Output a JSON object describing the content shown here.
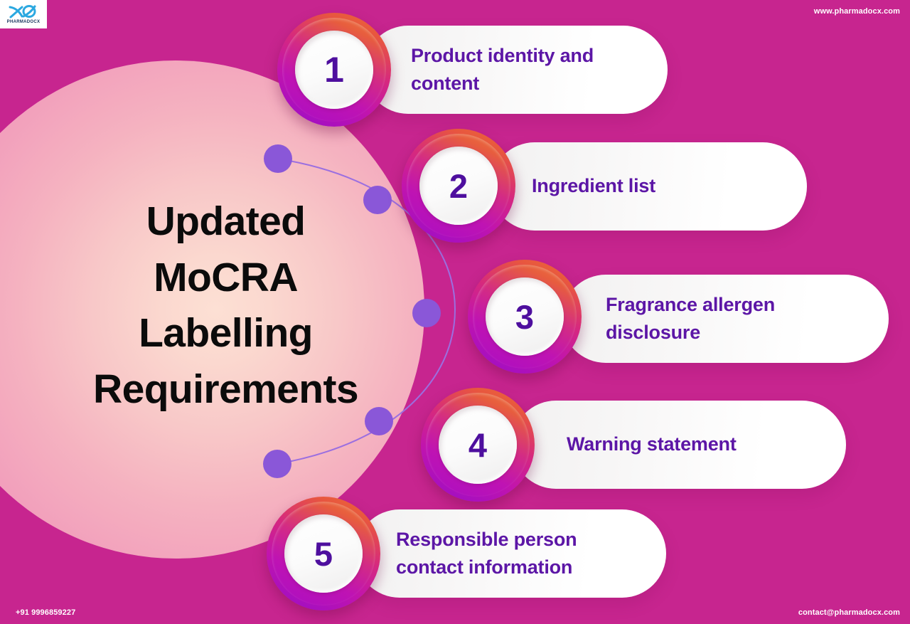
{
  "brand": {
    "logo_word": "PHARMADOCX",
    "logo_icon": "xo-monogram-icon",
    "website": "www.pharmadocx.com",
    "phone": "+91 9996859227",
    "email": "contact@pharmadocx.com"
  },
  "colors": {
    "background": "#c7258f",
    "circle_center": "#fde0d4",
    "circle_edge": "#f096bb",
    "medallion_start": "#ec6f34",
    "medallion_end": "#9a0ec4",
    "item_text": "#5c16a6",
    "title_text": "#0b0b0b",
    "dot": "#8a57d8",
    "arc": "#9b6fe0"
  },
  "title": {
    "text": "Updated\nMoCRA\nLabelling\nRequirements"
  },
  "items": [
    {
      "number": "1",
      "label": "Product identity and\ncontent"
    },
    {
      "number": "2",
      "label": "Ingredient list"
    },
    {
      "number": "3",
      "label": "Fragrance allergen\ndisclosure"
    },
    {
      "number": "4",
      "label": "Warning statement"
    },
    {
      "number": "5",
      "label": "Responsible person\ncontact information"
    }
  ]
}
